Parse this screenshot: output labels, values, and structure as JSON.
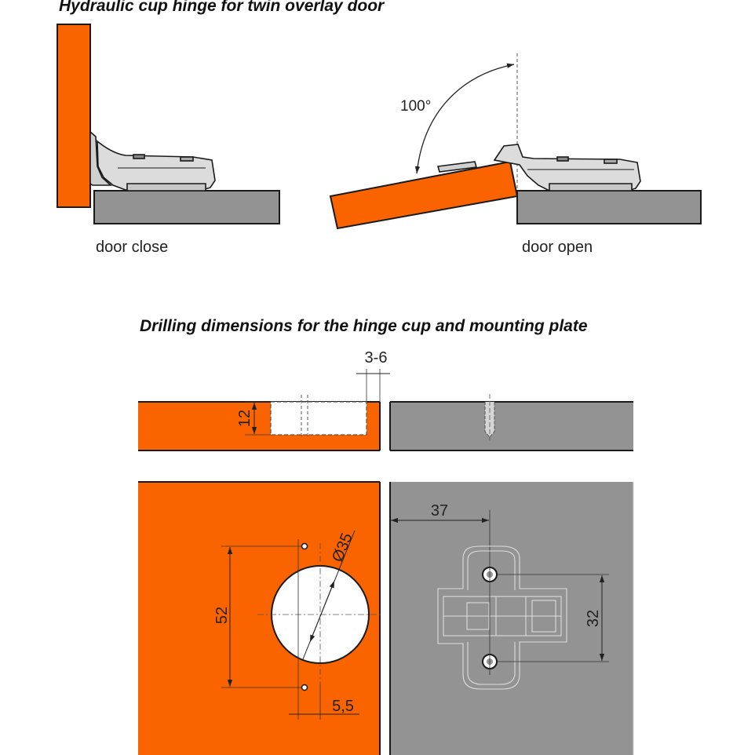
{
  "titles": {
    "hinge": "Hydraulic cup hinge for twin overlay door",
    "drilling": "Drilling dimensions for the hinge cup and mounting plate"
  },
  "labels": {
    "door_close": "door close",
    "door_open": "door open",
    "opening_angle": "100°"
  },
  "dimensions": {
    "gap": "3-6",
    "cup_depth": "12",
    "cup_diameter": "Ø35",
    "hole_spacing": "52",
    "hole_offset": "5,5",
    "plate_distance": "37",
    "plate_hole_spacing": "32"
  },
  "colors": {
    "door": "#fa6400",
    "cabinet": "#939393",
    "hinge_metal": "#dcdcdc",
    "outline": "#1a1a1a"
  }
}
